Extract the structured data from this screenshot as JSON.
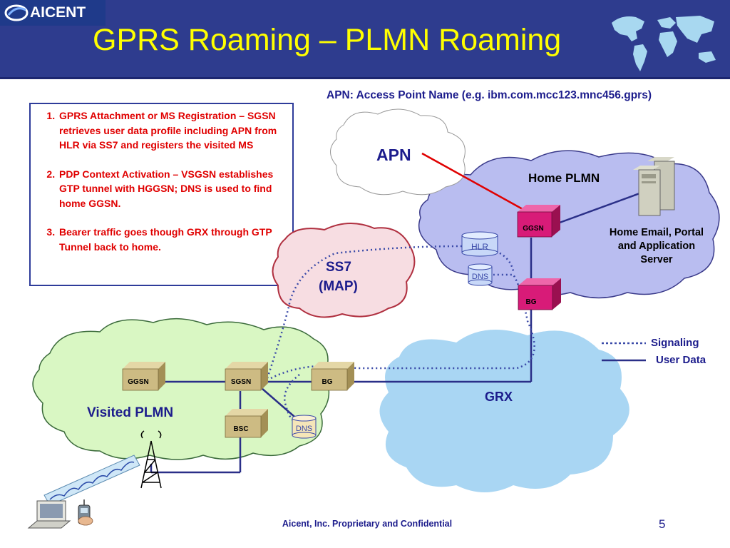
{
  "header": {
    "logo_text": "AICENT",
    "title": "GPRS Roaming – PLMN Roaming"
  },
  "apn_note": "APN: Access Point Name (e.g. ibm.com.mcc123.mnc456.gprs)",
  "steps": [
    "GPRS Attachment  or MS Registration – SGSN retrieves user data profile including APN from HLR via SS7 and registers the visited MS",
    "PDP Context Activation – VSGSN establishes GTP tunnel with HGGSN; DNS is used to find home GGSN.",
    "Bearer traffic goes though GRX through GTP Tunnel back to home."
  ],
  "clouds": {
    "apn": "APN",
    "home_plmn": "Home PLMN",
    "ss7_line1": "SS7",
    "ss7_line2": "(MAP)",
    "grx": "GRX",
    "visited_plmn": "Visited PLMN"
  },
  "nodes": {
    "home_ggsn": "GGSN",
    "home_bg": "BG",
    "hlr": "HLR",
    "home_dns": "DNS",
    "visited_ggsn": "GGSN",
    "visited_sgsn": "SGSN",
    "visited_bg": "BG",
    "visited_bsc": "BSC",
    "visited_dns": "DNS"
  },
  "server_label": [
    "Home Email, Portal",
    "and Application",
    "Server"
  ],
  "legend": {
    "signaling": "Signaling",
    "user_data": "User Data"
  },
  "footer": {
    "text": "Aicent, Inc. Proprietary and Confidential",
    "page_number": "5"
  },
  "colors": {
    "header_bg": "#2e3c8e",
    "title": "#ffff00",
    "steps_text": "#e00000",
    "home_cloud": "#b9bdf0",
    "visited_cloud": "#d9f7c3",
    "ss7_cloud": "#f7dde2",
    "grx_cloud": "#a9d6f3",
    "router_magenta": "#d81b78",
    "router_tan": "#cdbb83",
    "user_data_line": "#2a2f88"
  }
}
